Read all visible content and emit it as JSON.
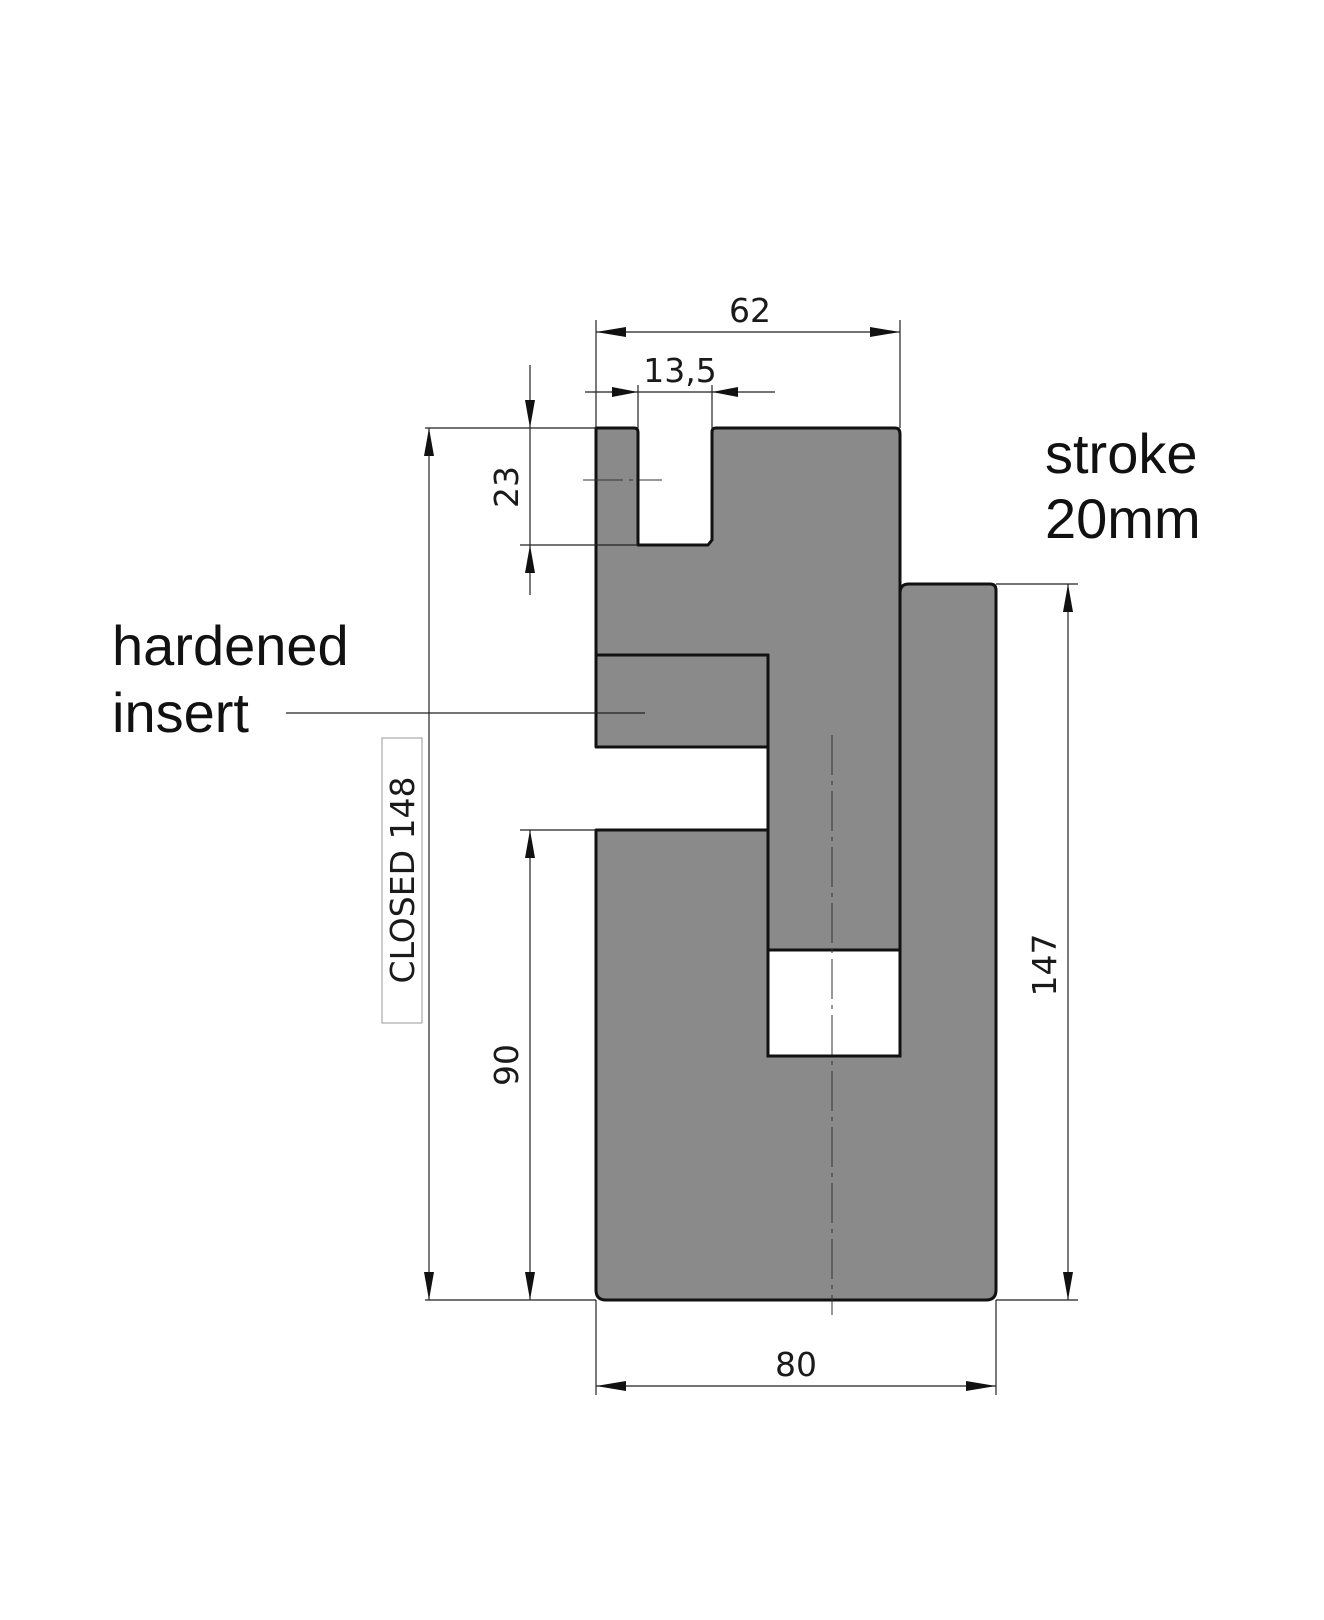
{
  "colors": {
    "part_fill": "#8a8a8a",
    "outline": "#111111",
    "background": "#ffffff"
  },
  "dimensions": {
    "top_width": "62",
    "slot_width": "13,5",
    "slot_depth": "23",
    "closed_height": "CLOSED 148",
    "lower_height": "90",
    "right_height": "147",
    "bottom_width": "80"
  },
  "notes": {
    "stroke_line1": "stroke",
    "stroke_line2": "20mm",
    "insert_line1": "hardened",
    "insert_line2": "insert"
  }
}
